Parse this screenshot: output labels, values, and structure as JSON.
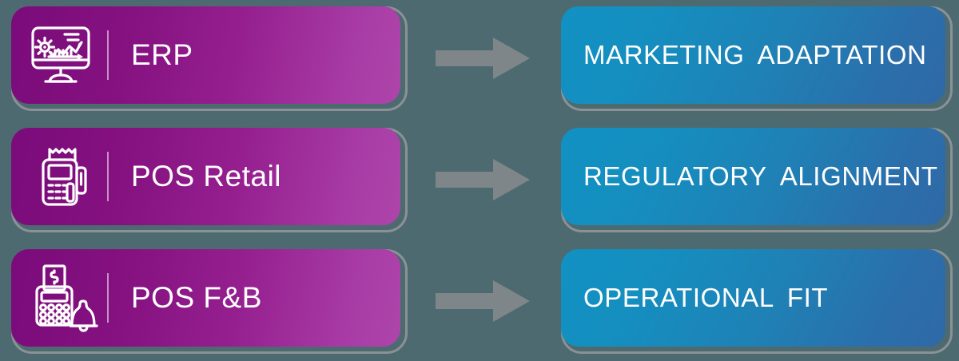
{
  "diagram": {
    "background_color": "#4d6a70",
    "source_gradient": [
      "#7b0b7b",
      "#ad45aa"
    ],
    "destination_gradient": [
      "#1191c2",
      "#2f69a6"
    ],
    "arrow_color": "#7e8689",
    "border_color": "#8a9296",
    "text_color": "#ffffff",
    "rows": [
      {
        "source": {
          "label": "ERP",
          "icon": "monitor-analytics-gear-icon"
        },
        "arrow": {
          "icon": "arrow-right-icon"
        },
        "destination": {
          "label": "MARKETING  ADAPTATION",
          "word1": "MARKETING",
          "word2": "ADAPTATION"
        }
      },
      {
        "source": {
          "label": "POS Retail",
          "icon": "pos-card-terminal-receipt-icon"
        },
        "arrow": {
          "icon": "arrow-right-icon"
        },
        "destination": {
          "label": "REGULATORY  ALIGNMENT",
          "word1": "REGULATORY",
          "word2": "ALIGNMENT"
        }
      },
      {
        "source": {
          "label": "POS F&B",
          "icon": "cash-register-bell-icon"
        },
        "arrow": {
          "icon": "arrow-right-icon"
        },
        "destination": {
          "label": "OPERATIONAL  FIT",
          "word1": "OPERATIONAL",
          "word2": "FIT"
        }
      }
    ]
  }
}
